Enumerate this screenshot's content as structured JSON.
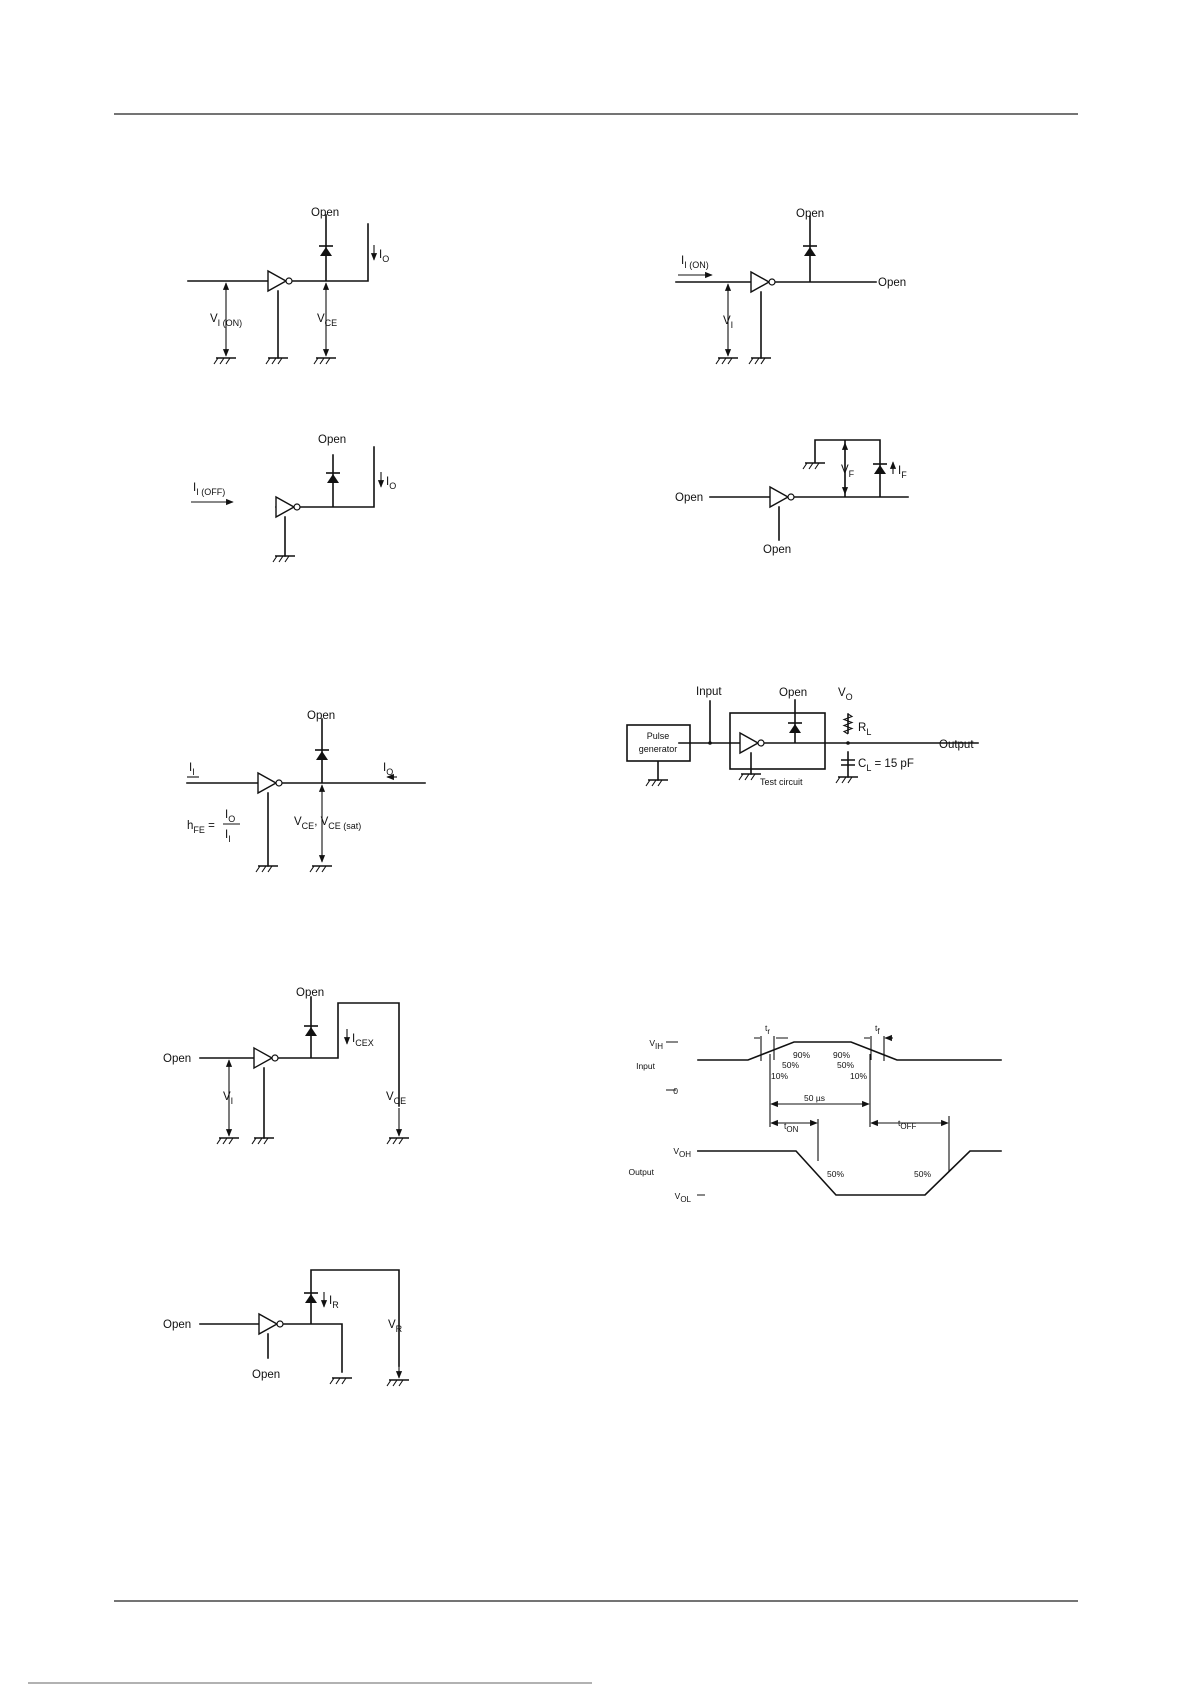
{
  "circuit1": {
    "open": "Open",
    "current_symbol": "I",
    "current_sub": "O",
    "voltage_symbol": "V",
    "voltage_sub": "I (ON)",
    "vce_symbol": "V",
    "vce_sub": "CE"
  },
  "circuit2": {
    "open_top": "Open",
    "open_right": "Open",
    "current_symbol": "I",
    "current_sub": "I (ON)",
    "voltage_symbol": "V",
    "voltage_sub": "I"
  },
  "circuit3": {
    "open": "Open",
    "current_symbol": "I",
    "current_sub": "O",
    "input_symbol": "I",
    "input_sub": "I (OFF)"
  },
  "circuit4": {
    "open_left": "Open",
    "open_bottom": "Open",
    "voltage_symbol": "V",
    "voltage_sub": "F",
    "current_symbol": "I",
    "current_sub": "F"
  },
  "circuit5": {
    "open": "Open",
    "input_symbol": "I",
    "input_sub": "I",
    "output_symbol": "I",
    "output_sub": "O",
    "hfe_symbol": "h",
    "hfe_sub": "FE",
    "equals": " =",
    "num_symbol": "I",
    "num_sub": "O",
    "den_symbol": "I",
    "den_sub": "I",
    "vce_symbol": "V",
    "vce_sub": "CE",
    "separator": ", ",
    "vcesat_symbol": "V",
    "vcesat_sub": "CE (sat)"
  },
  "circuit6": {
    "pulse_line1": "Pulse",
    "pulse_line2": "generator",
    "input": "Input",
    "open": "Open",
    "test_circuit": "Test circuit",
    "vo_symbol": "V",
    "vo_sub": "O",
    "rl_symbol": "R",
    "rl_sub": "L",
    "cl_symbol": "C",
    "cl_sub": "L",
    "cl_value": " = 15 pF",
    "output": "Output"
  },
  "circuit7": {
    "open_top": "Open",
    "open_left": "Open",
    "current_symbol": "I",
    "current_sub": "CEX",
    "voltage_symbol": "V",
    "voltage_sub": "I",
    "vce_symbol": "V",
    "vce_sub": "CE"
  },
  "circuit8": {
    "open_left": "Open",
    "open_bottom": "Open",
    "current_symbol": "I",
    "current_sub": "R",
    "voltage_symbol": "V",
    "voltage_sub": "R"
  },
  "timing": {
    "vih_symbol": "V",
    "vih_sub": "IH",
    "input_label": "Input",
    "zero_label": "0",
    "voh_symbol": "V",
    "voh_sub": "OH",
    "output_label": "Output",
    "vol_symbol": "V",
    "vol_sub": "OL",
    "tr_symbol": "t",
    "tr_sub": "r",
    "tf_symbol": "t",
    "tf_sub": "f",
    "pct_90": "90%",
    "pct_50": "50%",
    "pct_10": "10%",
    "pulse_width": "50 µs",
    "ton_symbol": "t",
    "ton_sub": "ON",
    "toff_symbol": "t",
    "toff_sub": "OFF"
  }
}
